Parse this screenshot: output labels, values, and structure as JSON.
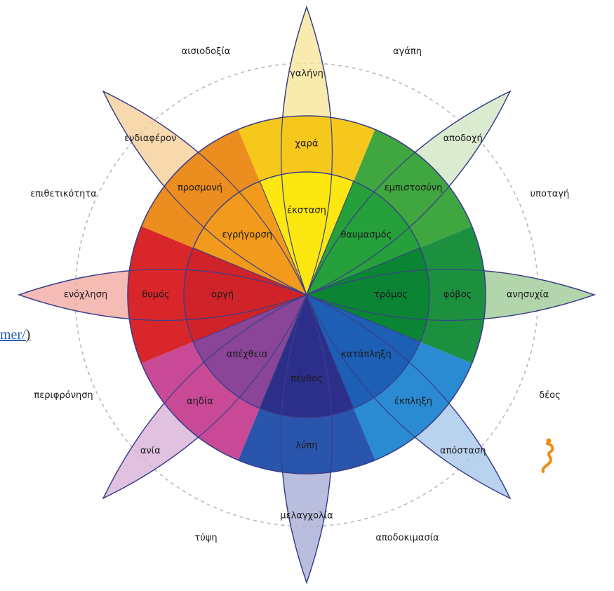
{
  "petals": [
    {
      "key": "joy",
      "color": "#f4cc1a",
      "outer": "γαλήνη",
      "middle": "χαρά",
      "inner": "έκσταση",
      "c_out": "#f8e69a",
      "c_mid": "#f6c81c",
      "c_in": "#fde711"
    },
    {
      "key": "trust",
      "color": "#2ba43c",
      "outer": "αποδοχή",
      "middle": "εμπιστοσύνη",
      "inner": "θαυμασμός",
      "c_out": "#d2e6c4",
      "c_mid": "#3fa640",
      "c_in": "#26a03a"
    },
    {
      "key": "fear",
      "color": "#1d8c3c",
      "outer": "ανησυχία",
      "middle": "φόβος",
      "inner": "τρόμος",
      "c_out": "#9fca96",
      "c_mid": "#1d9040",
      "c_in": "#0b8434"
    },
    {
      "key": "surprise",
      "color": "#1e78b8",
      "outer": "απόσταση",
      "middle": "έκπληξη",
      "inner": "κατάπληξη",
      "c_out": "#a8c8ea",
      "c_mid": "#2a8ad2",
      "c_in": "#1c5fb5"
    },
    {
      "key": "sadness",
      "color": "#2f3e96",
      "outer": "μελαγχολία",
      "middle": "λύπη",
      "inner": "πένθος",
      "c_out": "#a9aed6",
      "c_mid": "#2a55ad",
      "c_in": "#2c2f8a"
    },
    {
      "key": "disgust",
      "color": "#8e3f9c",
      "outer": "ανία",
      "middle": "αηδία",
      "inner": "απέχθεια",
      "c_out": "#d8b2d8",
      "c_mid": "#c84a96",
      "c_in": "#8a4598"
    },
    {
      "key": "anger",
      "color": "#d8242a",
      "outer": "ενόχληση",
      "middle": "θυμός",
      "inner": "οργή",
      "c_out": "#f3aaa2",
      "c_mid": "#d8262a",
      "c_in": "#cf2329"
    },
    {
      "key": "anticipation",
      "color": "#ee8a1f",
      "outer": "ενδιαφέρον",
      "middle": "προσμονή",
      "inner": "εγρήγορση",
      "c_out": "#f6cf99",
      "c_mid": "#ec8d1f",
      "c_in": "#f19a1b"
    }
  ],
  "dyads": [
    "αγάπη",
    "υποταγή",
    "δέος",
    "αποδοκιμασία",
    "τύψη",
    "περιφρόνηση",
    "επιθετικότητα",
    "αισιοδοξία"
  ],
  "link": {
    "text": "mer/",
    "paren": ")"
  }
}
